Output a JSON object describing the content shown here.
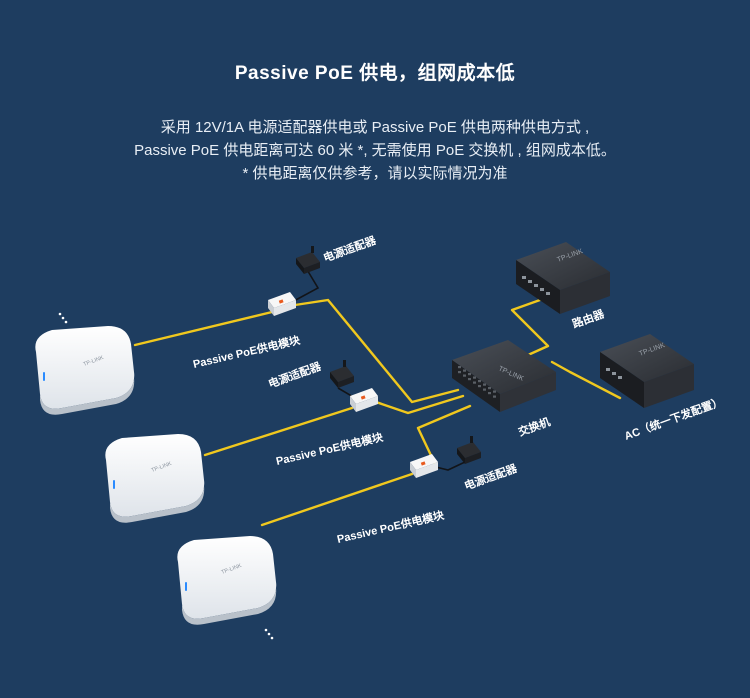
{
  "title": "Passive PoE 供电，组网成本低",
  "description": [
    "采用 12V/1A 电源适配器供电或 Passive PoE 供电两种供电方式 ,",
    "Passive PoE 供电距离可达 60 米 *, 无需使用 PoE 交换机 , 组网成本低。",
    "* 供电距离仅供参考，请以实际情况为准"
  ],
  "labels": {
    "adapter": "电源适配器",
    "poe_module": "Passive PoE供电模块",
    "router": "路由器",
    "switch": "交换机",
    "ac": "AC（统一下发配置）"
  },
  "brand": "TP-LINK",
  "colors": {
    "background": "#1e3d60",
    "cable": "#f0c81e",
    "device_white": "#f4f6f8",
    "device_dark": "#2b2e33"
  }
}
